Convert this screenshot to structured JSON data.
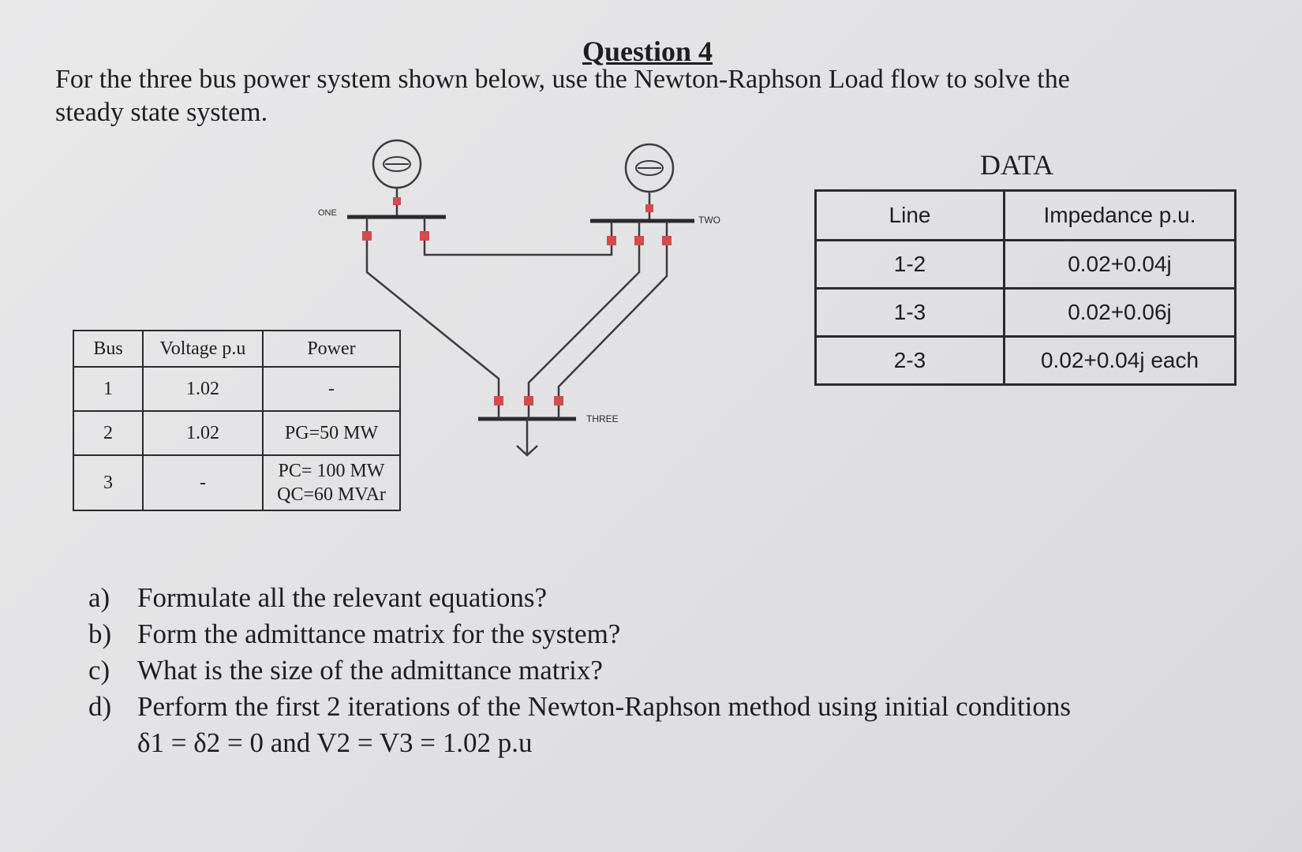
{
  "title": "Question 4",
  "intro": [
    "For the three bus power system shown below, use the Newton-Raphson Load flow to solve the",
    "steady state system."
  ],
  "diagram": {
    "bus_labels": {
      "one": "ONE",
      "two": "TWO",
      "three": "THREE"
    },
    "colors": {
      "breaker": "#d64a4a",
      "line": "#3a3a40"
    }
  },
  "bus_table": {
    "headers": [
      "Bus",
      "Voltage p.u",
      "Power"
    ],
    "rows": [
      {
        "bus": "1",
        "voltage": "1.02",
        "power": "-",
        "power2": ""
      },
      {
        "bus": "2",
        "voltage": "1.02",
        "power": "PG=50 MW",
        "power2": ""
      },
      {
        "bus": "3",
        "voltage": "-",
        "power": "PC= 100 MW",
        "power2": "QC=60 MVAr"
      }
    ]
  },
  "data_table": {
    "title": "DATA",
    "headers": [
      "Line",
      "Impedance p.u."
    ],
    "rows": [
      {
        "line": "1-2",
        "impedance": "0.02+0.04j"
      },
      {
        "line": "1-3",
        "impedance": "0.02+0.06j"
      },
      {
        "line": "2-3",
        "impedance": "0.02+0.04j each"
      }
    ]
  },
  "questions": [
    {
      "letter": "a)",
      "text": "Formulate all the relevant equations?"
    },
    {
      "letter": "b)",
      "text": "Form the admittance matrix for the system?"
    },
    {
      "letter": "c)",
      "text": "What is the size of the admittance matrix?"
    },
    {
      "letter": "d)",
      "text": "Perform the first 2 iterations of the Newton-Raphson method using initial conditions"
    }
  ],
  "condition": "δ1 = δ2 = 0 and V2 = V3 = 1.02 p.u"
}
